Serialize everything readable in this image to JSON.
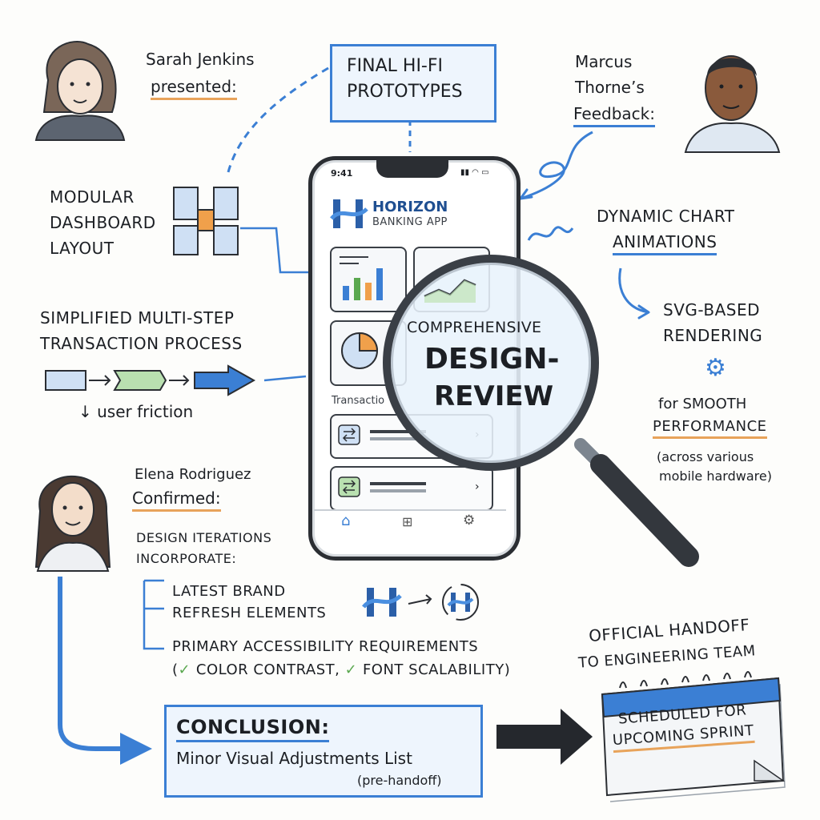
{
  "title": {
    "line1": "FINAL HI-FI",
    "line2": "PROTOTYPES"
  },
  "sarah": {
    "name": "Sarah Jenkins",
    "verb": "presented:"
  },
  "marcus": {
    "line1": "Marcus",
    "line2": "Thorne’s",
    "line3": "Feedback:"
  },
  "elena": {
    "name": "Elena Rodriguez",
    "verb": "Confirmed:"
  },
  "modular": {
    "line1": "MODULAR",
    "line2": "DASHBOARD",
    "line3": "LAYOUT"
  },
  "transaction": {
    "line1": "SIMPLIFIED MULTI-STEP",
    "line2": "TRANSACTION PROCESS",
    "note": "↓ user friction"
  },
  "charts": {
    "line1": "DYNAMIC CHART",
    "line2": "ANIMATIONS"
  },
  "svg": {
    "line1": "SVG-BASED",
    "line2": "RENDERING",
    "line3": "for SMOOTH",
    "line4": "PERFORMANCE",
    "line5": "(across various",
    "line6": "mobile hardware)"
  },
  "phone": {
    "time": "9:41",
    "brand": "HORIZON",
    "brand_sub": "BANKING APP",
    "section": "Transactio"
  },
  "review": {
    "line1": "COMPREHENSIVE",
    "line2": "DESIGN-",
    "line3": "REVIEW"
  },
  "iterations": {
    "line1": "DESIGN ITERATIONS",
    "line2": "INCORPORATE:",
    "item1_line1": "LATEST BRAND",
    "item1_line2": "REFRESH ELEMENTS",
    "item2_line1": "PRIMARY ACCESSIBILITY REQUIREMENTS",
    "item2_open": "(",
    "item2_check1": "COLOR CONTRAST,",
    "item2_check2": "FONT SCALABILITY)"
  },
  "conclusion": {
    "label": "CONCLUSION:",
    "text": "Minor Visual Adjustments List",
    "note": "(pre-handoff)"
  },
  "handoff": {
    "line1": "OFFICIAL HANDOFF",
    "line2": "TO ENGINEERING TEAM",
    "cal1": "SCHEDULED FOR",
    "cal2": "UPCOMING SPRINT"
  },
  "colors": {
    "accent_blue": "#3b7fd4",
    "accent_orange": "#e8a35a",
    "accent_green": "#5aa84f",
    "ink": "#1c1f24"
  }
}
